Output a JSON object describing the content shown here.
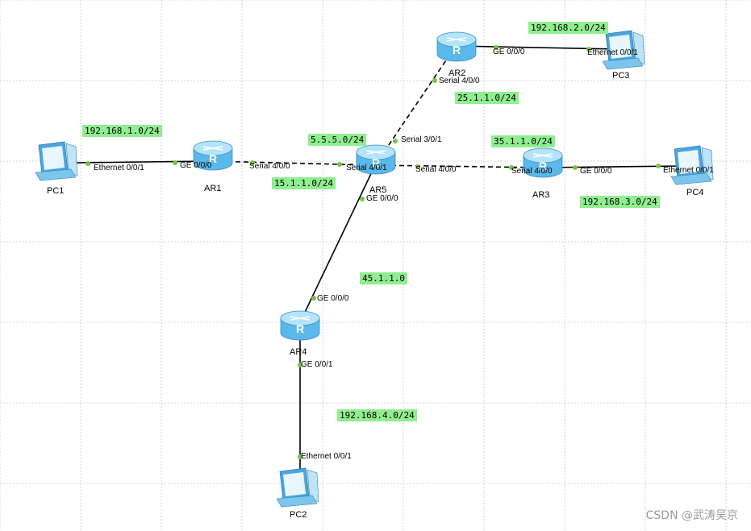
{
  "colors": {
    "grid": "#c8c8c8",
    "link": "#000000",
    "port_dot": "#7ac142",
    "net_label_bg": "#90ee90",
    "router_body": "#6fc3f0",
    "router_top": "#aee2fb"
  },
  "devices": {
    "ar1": "AR1",
    "ar2": "AR2",
    "ar3": "AR3",
    "ar4": "AR4",
    "ar5": "AR5",
    "pc1": "PC1",
    "pc2": "PC2",
    "pc3": "PC3",
    "pc4": "PC4"
  },
  "ports": {
    "pc1_eth": "Ethernet 0/0/1",
    "ar1_ge": "GE 0/0/0",
    "ar1_serial": "Serial 4/0/0",
    "ar5_serial401": "Serial 4/0/1",
    "ar5_serial400": "Serial 4/0/0",
    "ar5_serial301": "Serial 3/0/1",
    "ar5_ge": "GE 0/0/0",
    "ar2_serial": "Serial 4/0/0",
    "ar2_ge": "GE 0/0/0",
    "pc3_eth": "Ethernet 0/0/1",
    "ar3_serial": "Serial 4/0/0",
    "ar3_ge": "GE 0/0/0",
    "pc4_eth": "Ethernet 0/0/1",
    "ar4_ge000": "GE 0/0/0",
    "ar4_ge001": "GE 0/0/1",
    "pc2_eth": "Ethernet 0/0/1"
  },
  "networks": {
    "net_pc1": "192.168.1.0/24",
    "net_pc3": "192.168.2.0/24",
    "net_ar2_ar5": "25.1.1.0/24",
    "net_ar5_loop": "5.5.5.0/24",
    "net_ar1_ar5": "15.1.1.0/24",
    "net_ar3_ar5": "35.1.1.0/24",
    "net_pc4": "192.168.3.0/24",
    "net_ar4_ar5": "45.1.1.0",
    "net_pc2": "192.168.4.0/24"
  },
  "watermark": "CSDN @武涛吴京"
}
